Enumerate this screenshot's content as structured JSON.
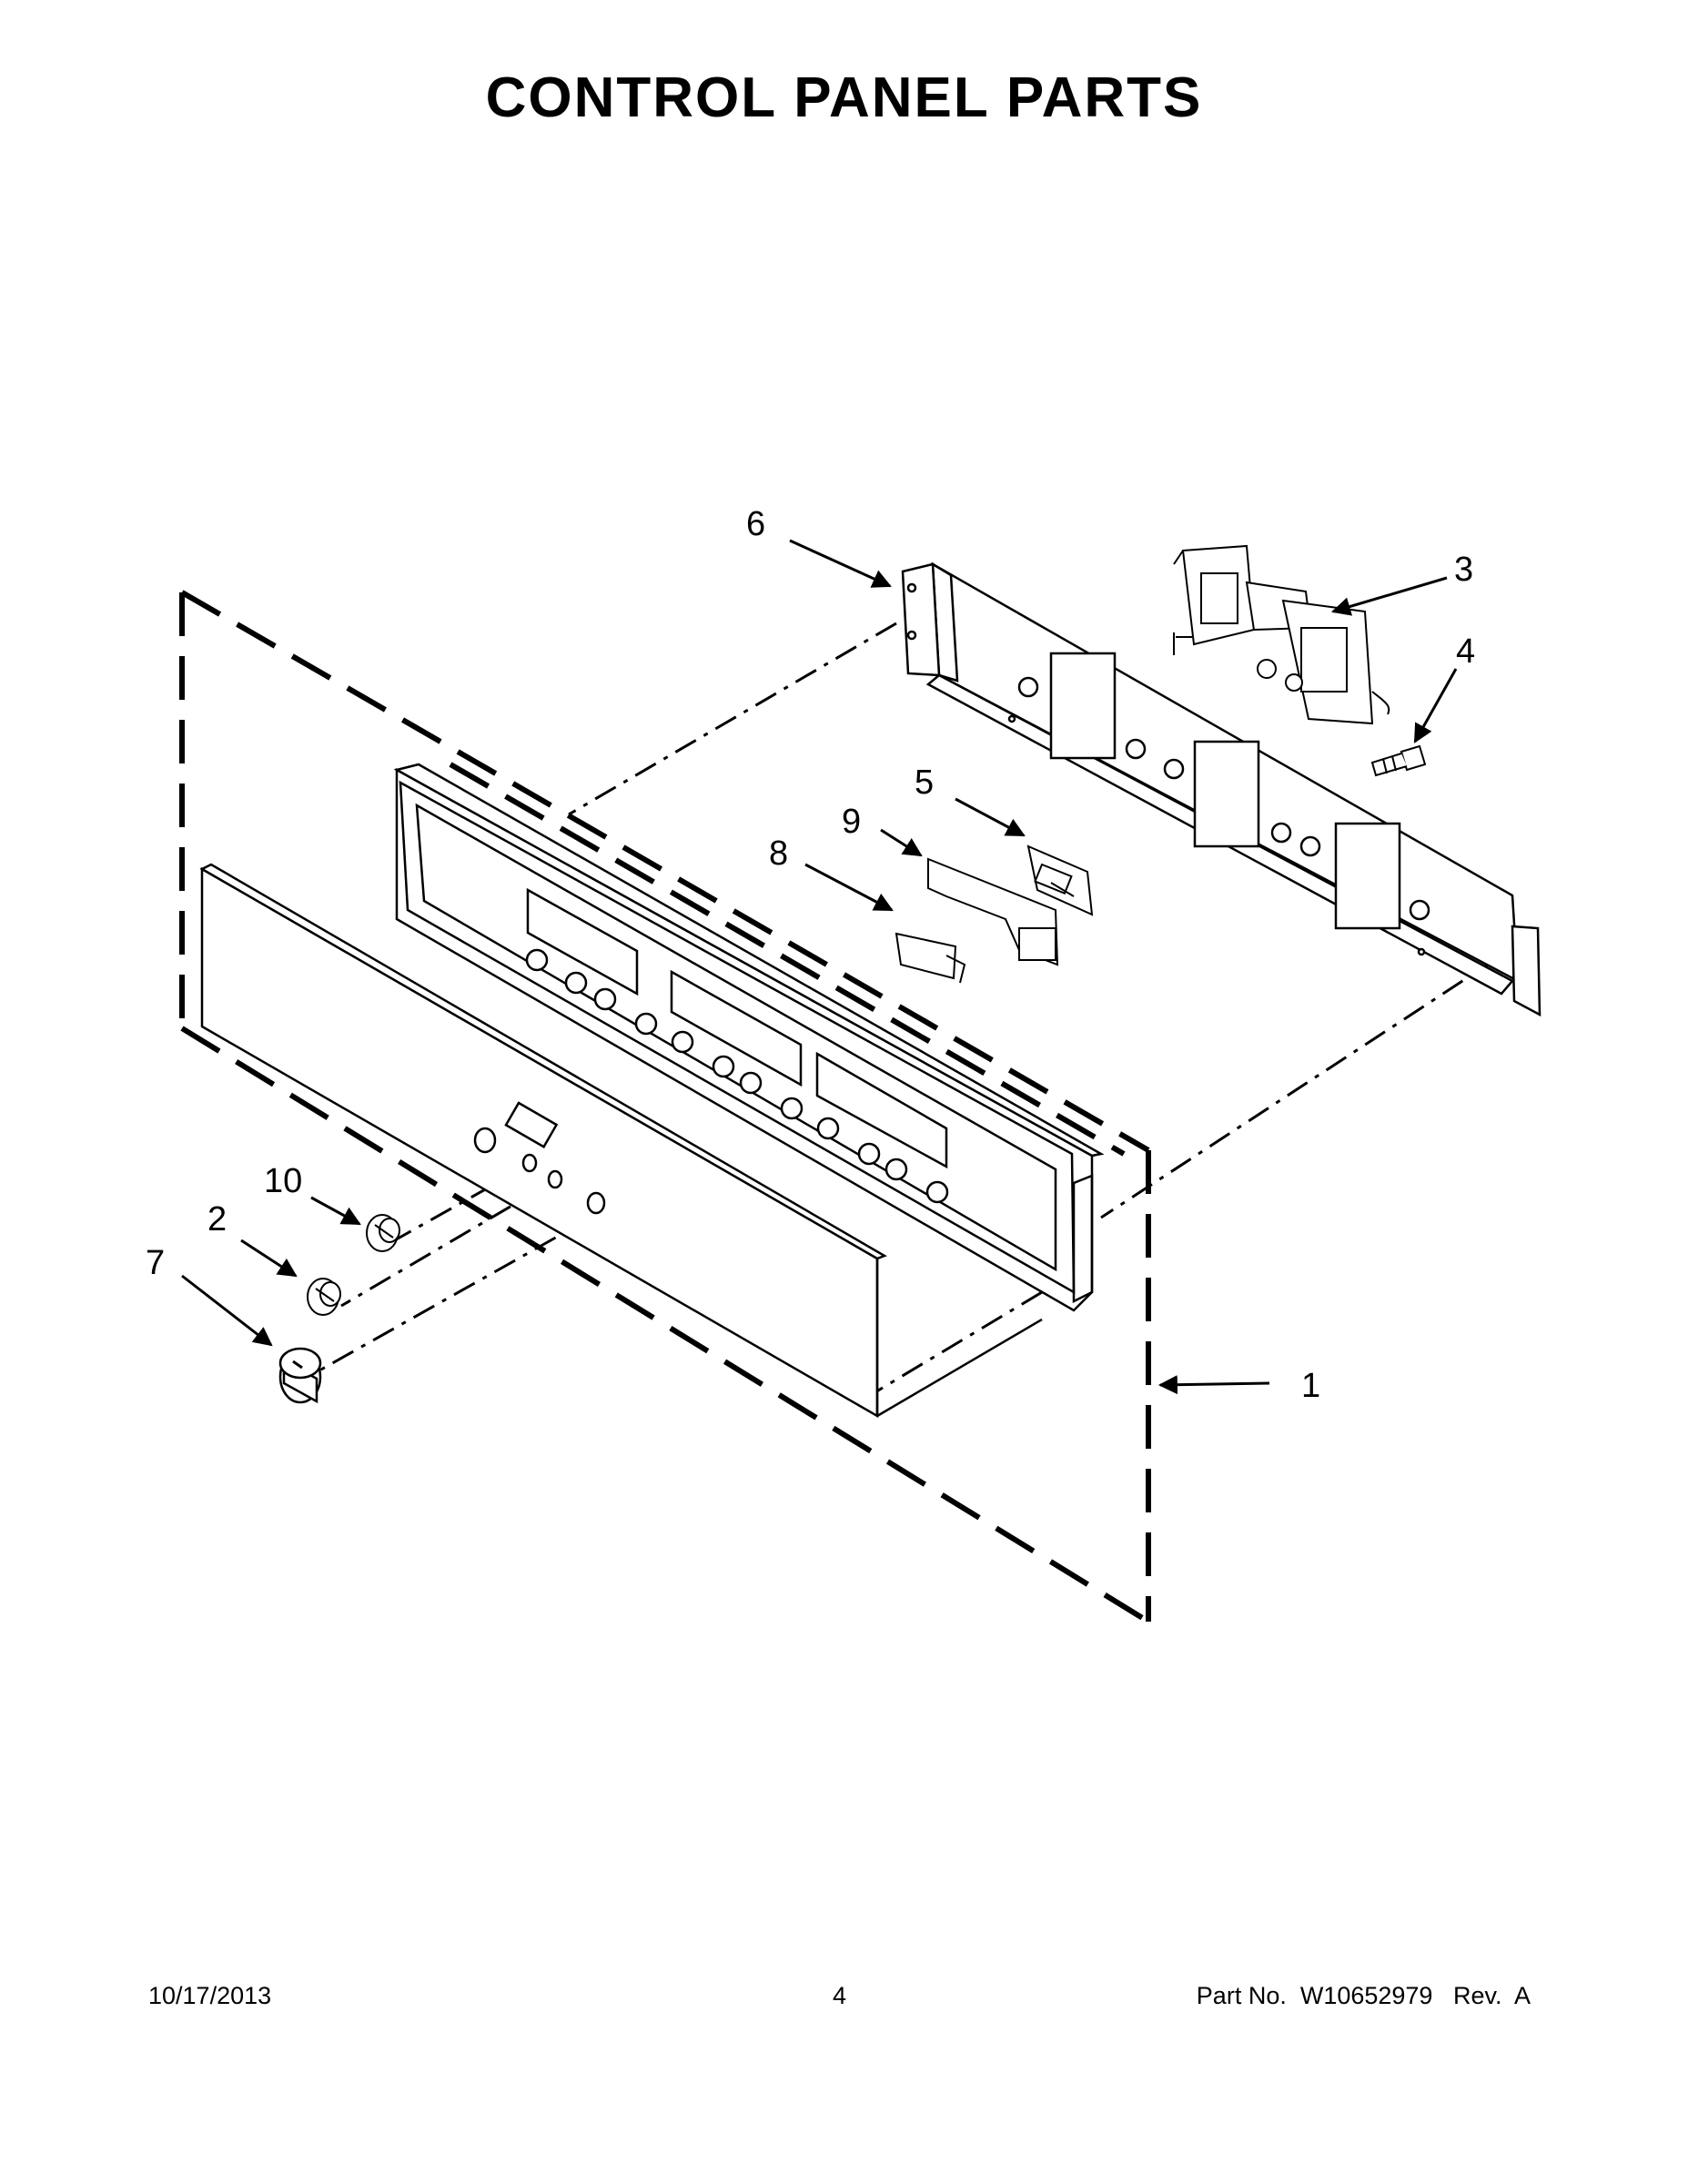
{
  "title": "CONTROL PANEL PARTS",
  "callouts": {
    "c1": "1",
    "c2": "2",
    "c3": "3",
    "c4": "4",
    "c5": "5",
    "c6": "6",
    "c7": "7",
    "c8": "8",
    "c9": "9",
    "c10": "10"
  },
  "footer": {
    "date": "10/17/2013",
    "page": "4",
    "part": "Part No.  W10652979   Rev.  A"
  }
}
